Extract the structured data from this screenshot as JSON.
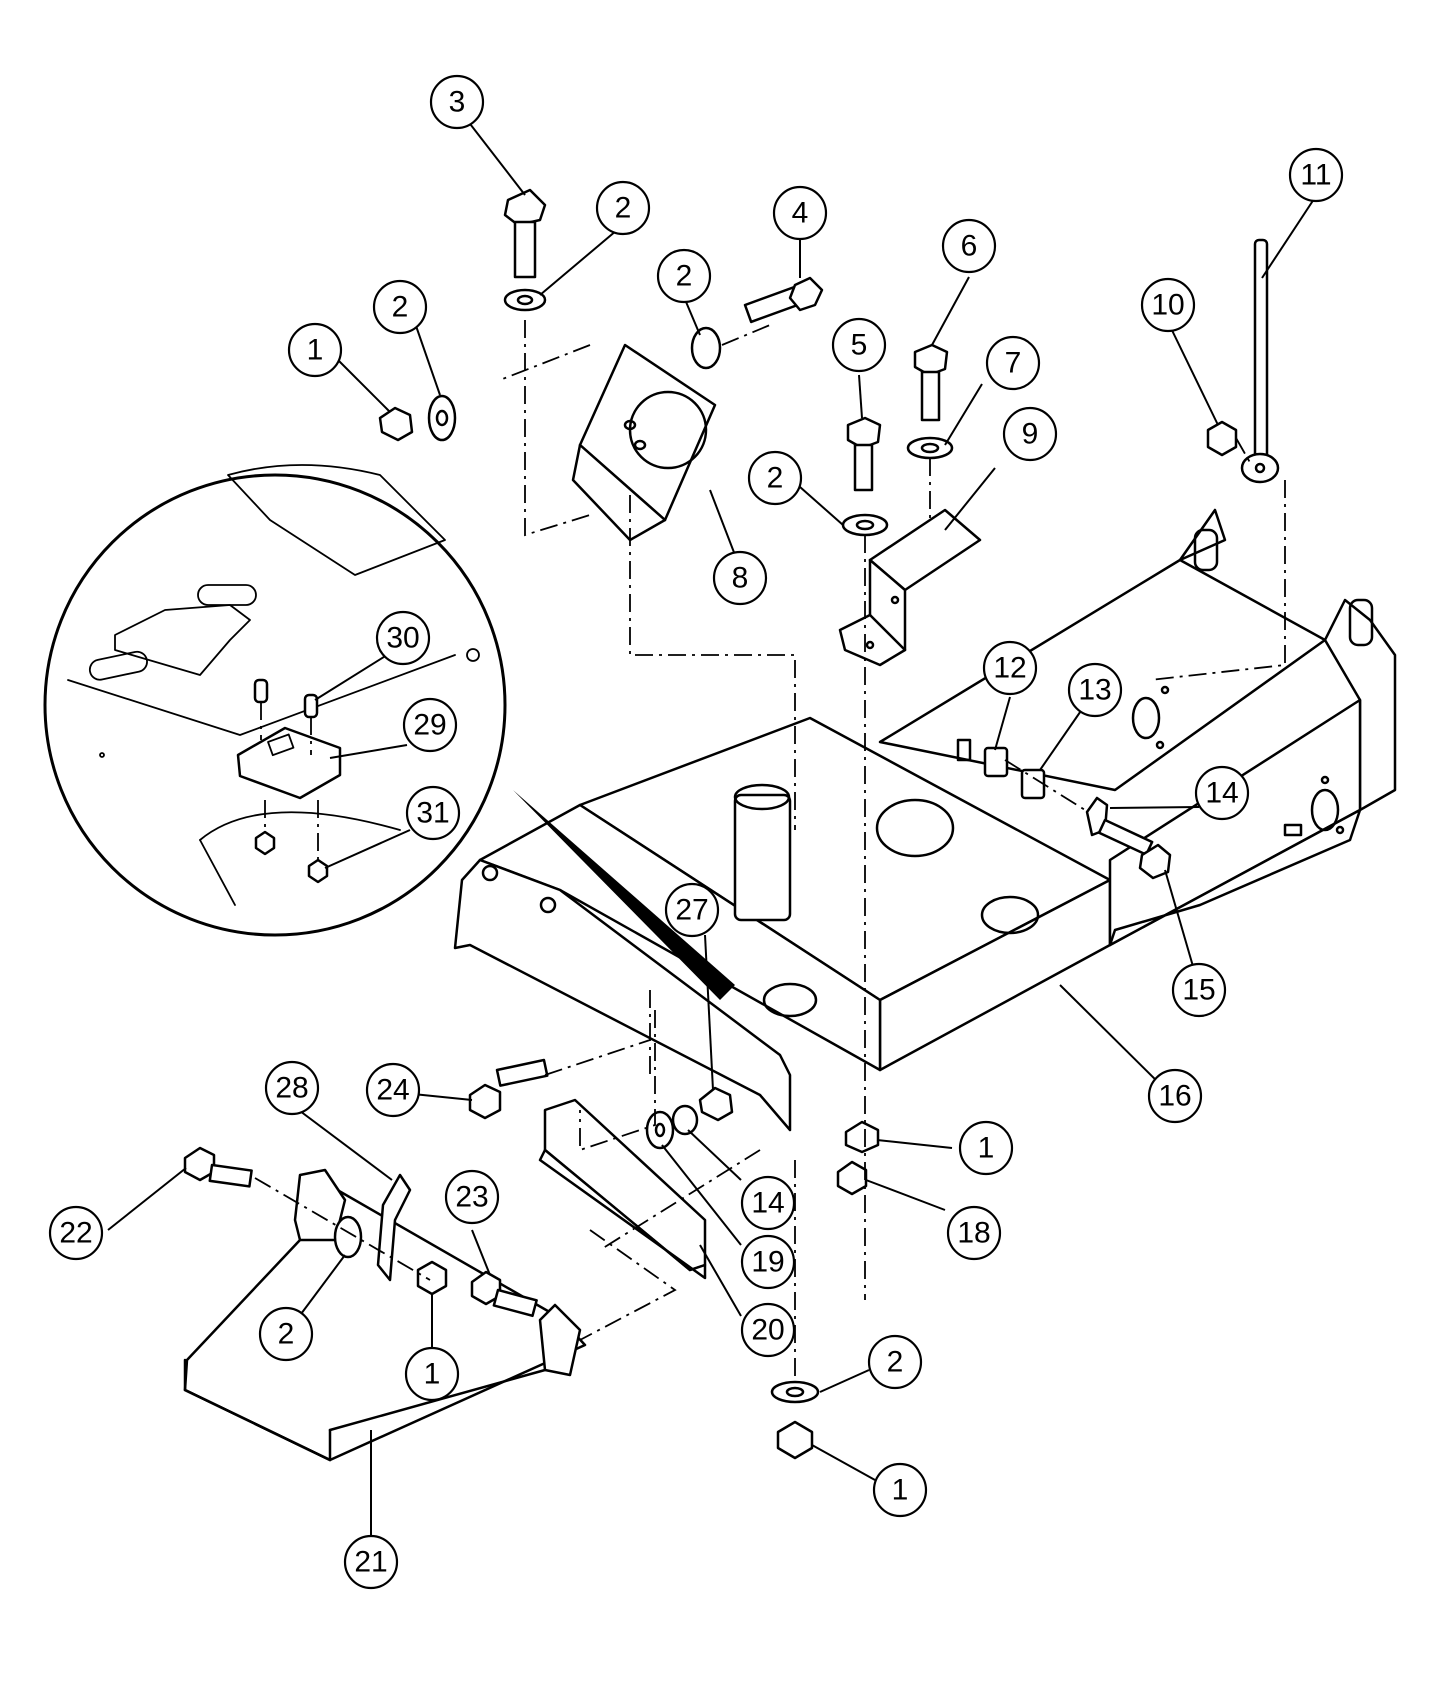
{
  "callouts": {
    "c3": "3",
    "c2a": "2",
    "c4": "4",
    "c2b": "2",
    "c6": "6",
    "c11": "11",
    "c1a": "1",
    "c2c": "2",
    "c10": "10",
    "c5": "5",
    "c7": "7",
    "c9": "9",
    "c2d": "2",
    "c8": "8",
    "c30": "30",
    "c12": "12",
    "c13": "13",
    "c29": "29",
    "c31": "31",
    "c14a": "14",
    "c27": "27",
    "c15": "15",
    "c16": "16",
    "c28": "28",
    "c24": "24",
    "c1b": "1",
    "c23": "23",
    "c14b": "14",
    "c18": "18",
    "c22": "22",
    "c19": "19",
    "c2e": "2",
    "c1c": "1",
    "c20": "20",
    "c2f": "2",
    "c1d": "1",
    "c21": "21"
  }
}
